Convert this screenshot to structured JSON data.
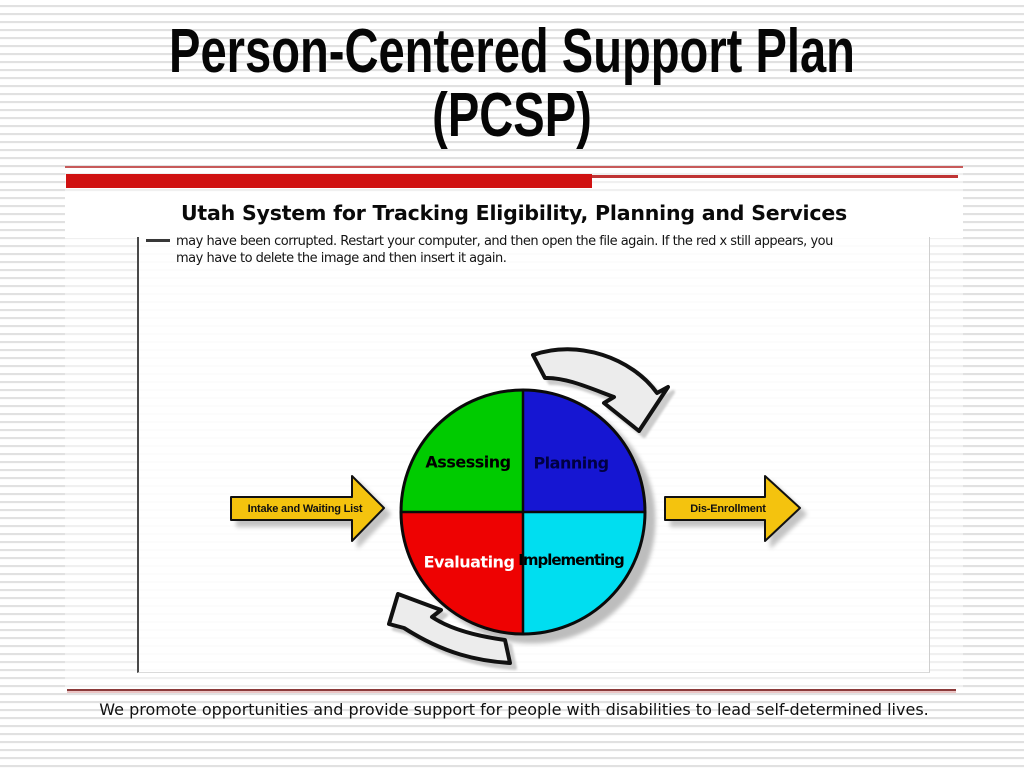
{
  "slide": {
    "title_line1": "Person-Centered Support Plan",
    "title_line2": "(PCSP)",
    "subtitle": "Utah System for Tracking Eligibility, Planning and Services",
    "error_line1": "may have been corrupted. Restart your computer, and then open the file again. If the red x still appears, you",
    "error_line2": "may have to delete the image and then insert it again.",
    "footer": "We promote opportunities and provide support for people with disabilities to lead self-determined lives."
  },
  "diagram": {
    "quadrants": [
      {
        "label": "Assessing",
        "color": "#00CB00",
        "text_color": "#000000"
      },
      {
        "label": "Planning",
        "color": "#1616D2",
        "text_color": "#000042"
      },
      {
        "label": "Evaluating",
        "color": "#EE0202",
        "text_color": "#FFFFFF"
      },
      {
        "label": "Implementing",
        "color": "#00DEF0",
        "text_color": "#000000"
      }
    ],
    "arrow_in_label": "Intake and Waiting List",
    "arrow_out_label": "Dis-Enrollment",
    "arrow_fill": "#F4C30E",
    "curved_arrow_fill": "#ECECEC"
  },
  "colors": {
    "accent_bar": "#D01212",
    "accent_line": "#C03434",
    "footer_line": "#8B3A3A",
    "stripe": "#E1E1E1"
  }
}
